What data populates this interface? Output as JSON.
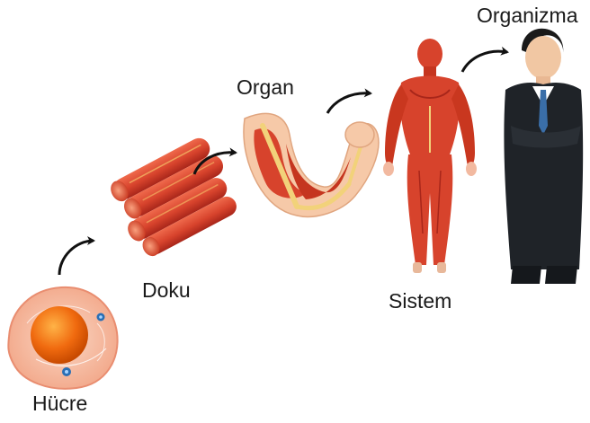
{
  "stages": [
    {
      "id": "cell",
      "label": "Hücre",
      "icon": "cell-icon"
    },
    {
      "id": "tissue",
      "label": "Doku",
      "icon": "muscle-tissue-icon"
    },
    {
      "id": "organ",
      "label": "Organ",
      "icon": "arm-muscle-icon"
    },
    {
      "id": "system",
      "label": "Sistem",
      "icon": "muscular-system-icon"
    },
    {
      "id": "organism",
      "label": "Organizma",
      "icon": "businessman-icon"
    }
  ],
  "colors": {
    "muscle": "#d7432c",
    "muscle_dark": "#a8261a",
    "tendon": "#f2d27a",
    "cell_membrane": "#f5b39a",
    "nucleus": "#f06a0f",
    "suit": "#1f2328",
    "arrow": "#111111"
  }
}
